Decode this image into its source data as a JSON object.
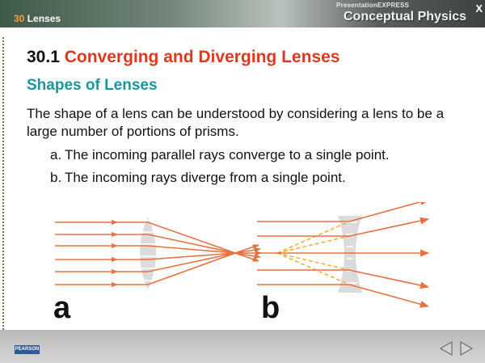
{
  "header": {
    "chapter_number": "30",
    "chapter_title": "Lenses",
    "brand_small_prefix": "Presentation",
    "brand_small_bold": "EXPRESS",
    "brand_title": "Conceptual Physics",
    "close_label": "X"
  },
  "content": {
    "section_number": "30.1",
    "section_title": "Converging and Diverging Lenses",
    "subheading": "Shapes of Lenses",
    "body": "The shape of a lens can be understood by considering a lens to be a large number of portions of prisms.",
    "list": [
      {
        "letter": "a.",
        "text": "The incoming parallel rays converge to a single point."
      },
      {
        "letter": "b.",
        "text": "The incoming rays diverge from a single point."
      }
    ]
  },
  "diagram": {
    "label_a": "a",
    "label_b": "b",
    "ray_color": "#e8713f",
    "virtual_ray_color": "#f5a623",
    "lens_color": "#cfcfcf"
  },
  "footer": {
    "logo_text": "PEARSON",
    "prev_icon": "left-triangle-icon",
    "next_icon": "right-triangle-icon"
  }
}
